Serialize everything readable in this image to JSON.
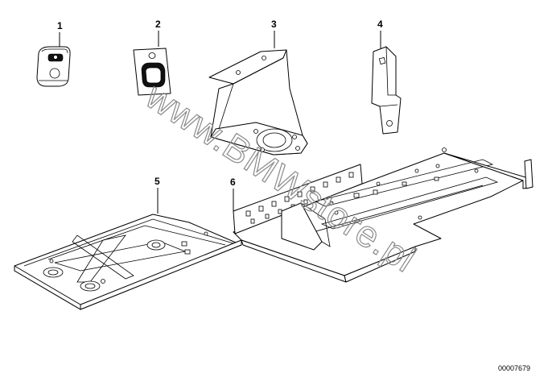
{
  "callouts": {
    "c1": "1",
    "c2": "2",
    "c3": "3",
    "c4": "4",
    "c5": "5",
    "c6": "6"
  },
  "watermark": "www.BMWstore.pl",
  "diagram_id": "00007679"
}
